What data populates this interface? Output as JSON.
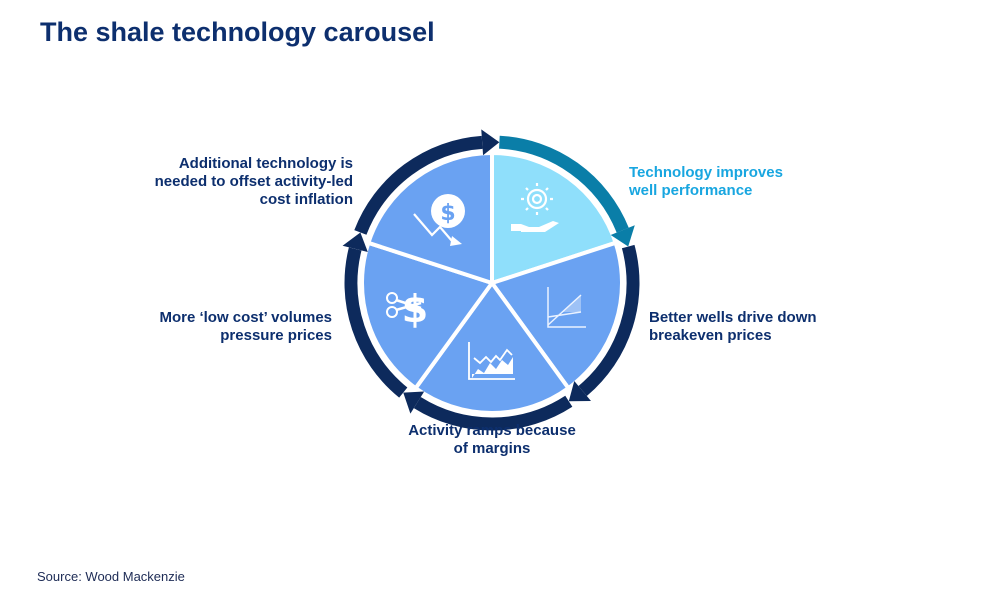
{
  "title": "The shale technology carousel",
  "steps": [
    {
      "label": "Technology improves well performance",
      "icon": "hand-gear-icon",
      "highlight": true
    },
    {
      "label": "Better wells drive down breakeven prices",
      "icon": "breakeven-chart-icon",
      "highlight": false
    },
    {
      "label": "Activity ramps because of margins",
      "icon": "activity-chart-icon",
      "highlight": false
    },
    {
      "label": "More ‘low cost’ volumes pressure prices",
      "icon": "cut-dollar-icon",
      "highlight": false
    },
    {
      "label": "Additional technology is needed to offset activity-led cost inflation",
      "icon": "falling-dollar-icon",
      "highlight": false
    }
  ],
  "source": "Source: Wood Mackenzie",
  "colors": {
    "segment": "#6aa2f2",
    "highlight_segment": "#8fdffb",
    "arrow": "#0d2a5c",
    "highlight_arrow": "#0a7ea8",
    "text": "#0d2f6e",
    "highlight_text": "#18a6e0"
  }
}
